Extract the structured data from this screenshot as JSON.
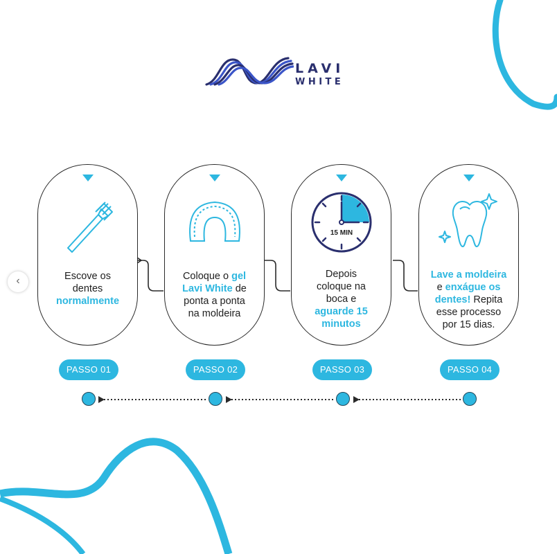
{
  "brand": {
    "line1": "LAVI",
    "line2": "WHITE",
    "colors": {
      "navy": "#2a2f6e",
      "blue": "#3b55c8",
      "accent": "#2db7e0"
    }
  },
  "nav": {
    "prev_icon": "‹"
  },
  "steps": [
    {
      "icon": "toothbrush-icon",
      "pill": "PASSO 01",
      "text": [
        {
          "t": "Escove os"
        },
        {
          "t": "dentes"
        },
        {
          "t": "normalmente",
          "hl": true
        }
      ]
    },
    {
      "icon": "dental-tray-icon",
      "pill": "PASSO 02",
      "text": [
        {
          "t": "Coloque o "
        },
        {
          "t": "gel",
          "hl": true
        },
        {
          "t": "Lavi White",
          "hl": true
        },
        {
          "t": " de"
        },
        {
          "t": "ponta a ponta"
        },
        {
          "t": "na moldeira"
        }
      ]
    },
    {
      "icon": "timer-icon",
      "timer_label": "15 MIN",
      "timer_fraction": 0.25,
      "pill": "PASSO 03",
      "text": [
        {
          "t": "Depois"
        },
        {
          "t": "coloque na"
        },
        {
          "t": "boca e"
        },
        {
          "t": "aguarde 15",
          "hl": true
        },
        {
          "t": "minutos",
          "hl": true
        }
      ]
    },
    {
      "icon": "sparkling-tooth-icon",
      "pill": "PASSO 04",
      "text": [
        {
          "t": "Lave a moldeira",
          "hl": true
        },
        {
          "t": "e "
        },
        {
          "t": "enxágue os",
          "hl": true
        },
        {
          "t": "dentes!",
          "hl": true
        },
        {
          "t": " Repita"
        },
        {
          "t": "esse processo"
        },
        {
          "t": "por 15 dias."
        }
      ]
    }
  ]
}
